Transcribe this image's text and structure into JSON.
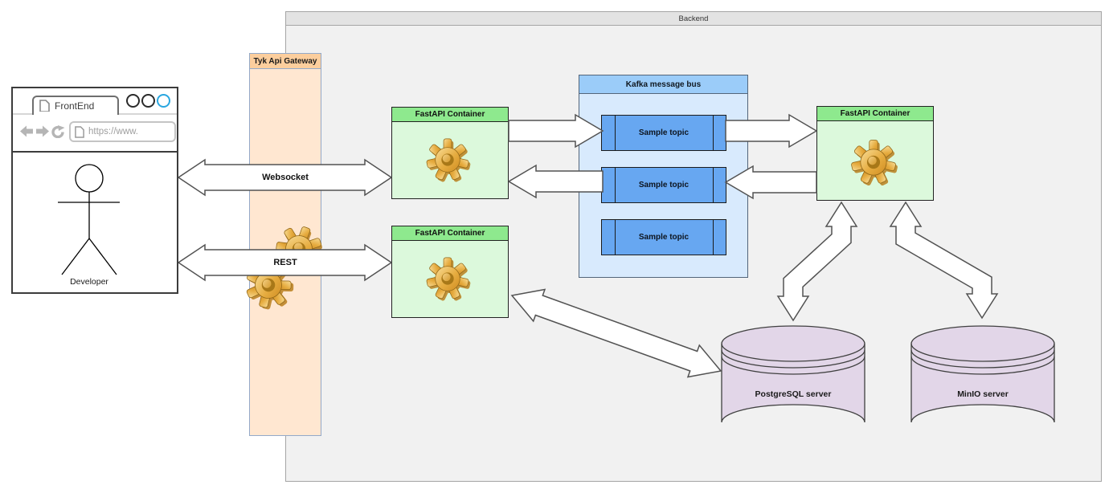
{
  "diagram": {
    "backend": {
      "label": "Backend"
    },
    "frontend_window": {
      "tab_title": "FrontEnd",
      "url_text": "https://www.",
      "actor_label": "Developer"
    },
    "gateway": {
      "label": "Tyk Api Gateway"
    },
    "fastapi": {
      "left_top": "FastAPI Container",
      "left_bottom": "FastAPI Container",
      "right": "FastAPI Container"
    },
    "kafka": {
      "label": "Kafka message bus",
      "topics": [
        "Sample topic",
        "Sample topic",
        "Sample topic"
      ]
    },
    "databases": {
      "postgres": "PostgreSQL server",
      "minio": "MinIO server"
    },
    "links": {
      "websocket": "Websocket",
      "rest": "REST"
    },
    "colors": {
      "backend_fill": "#f1f1f1",
      "gateway_fill": "#ffe7d1",
      "gateway_header": "#fcce9d",
      "kafka_fill": "#d8eafd",
      "kafka_header": "#9bccf9",
      "topic_fill": "#67a7f1",
      "fastapi_fill": "#dcf9dc",
      "fastapi_header": "#8ee98e",
      "db_fill": "#e2d6e8",
      "gear_gold": "#e0a339",
      "browser_accent": "#2aa7e0",
      "arrow_fill": "#ffffff"
    }
  }
}
